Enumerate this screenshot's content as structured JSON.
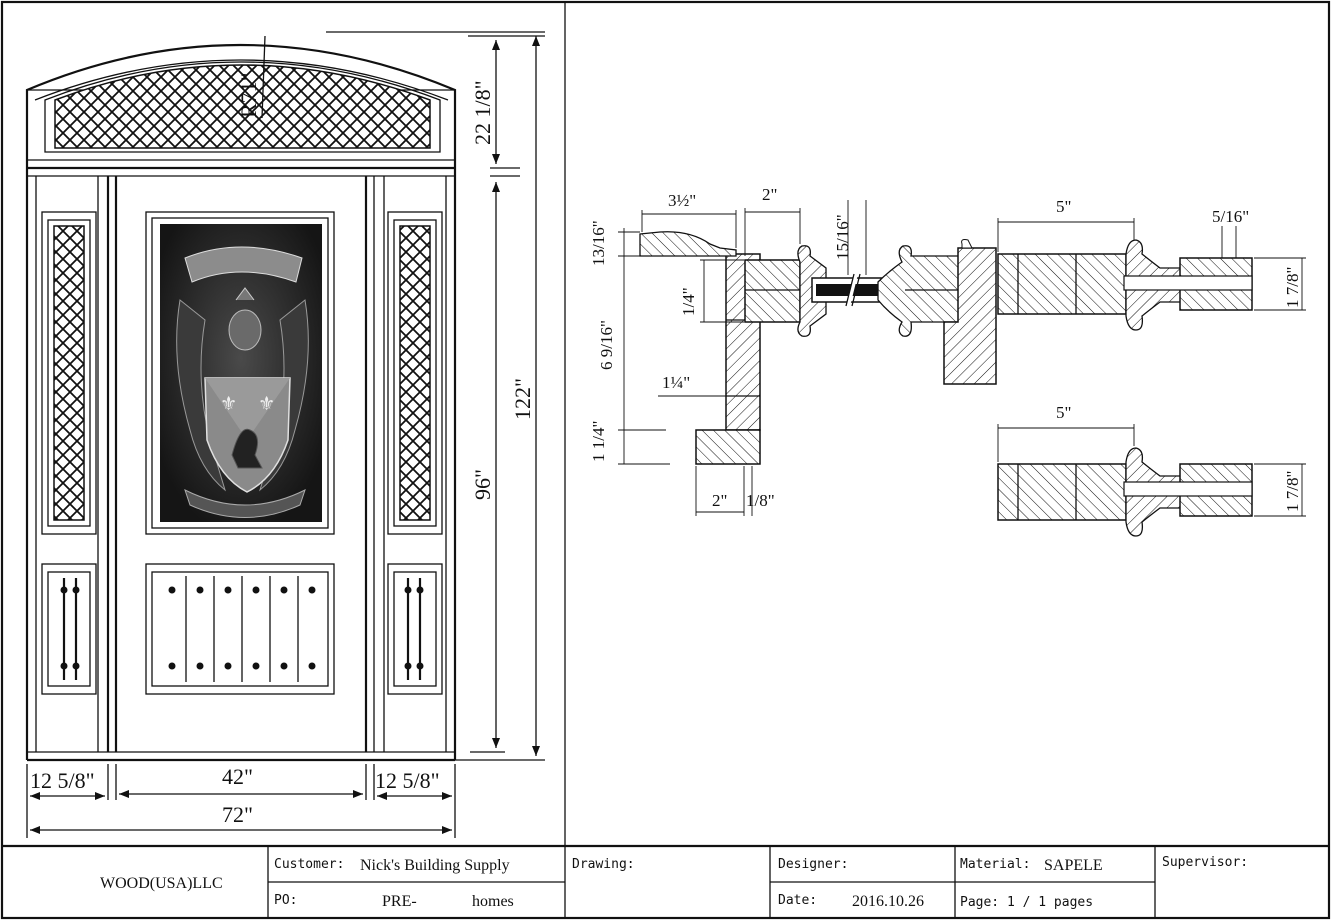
{
  "door_elevation": {
    "radius_label": "R71\"",
    "transom_height": "22 1/8\"",
    "total_height": "122\"",
    "door_height": "96\"",
    "sidelite_left_width": "12 5/8\"",
    "door_width": "42\"",
    "sidelite_right_width": "12 5/8\"",
    "total_width": "72\""
  },
  "section_detail": {
    "d_3_1_2": "3½\"",
    "d_2_top": "2\"",
    "d_15_16": "15/16\"",
    "d_5_top": "5\"",
    "d_5_16": "5/16\"",
    "d_13_16": "13/16\"",
    "d_1_4": "1/4\"",
    "d_6_9_16": "6 9/16\"",
    "d_1_1_4": "1¼\"",
    "d_1_1_4b": "1 1/4\"",
    "d_2_bottom": "2\"",
    "d_1_8": "1/8\"",
    "d_1_7_8_top": "1 7/8\"",
    "d_5_lower": "5\"",
    "d_1_7_8_bottom": "1 7/8\""
  },
  "title_block": {
    "company": "WOOD(USA)LLC",
    "customer_label": "Customer:",
    "customer_value": "Nick's Building Supply",
    "po_label": "PO:",
    "po_value_1": "PRE-",
    "po_value_2": "homes",
    "drawing_label": "Drawing:",
    "designer_label": "Designer:",
    "date_label": "Date:",
    "date_value": "2016.10.26",
    "material_label": "Material:",
    "material_value": "SAPELE",
    "page_label": "Page: 1 / 1 pages",
    "supervisor_label": "Supervisor:"
  }
}
